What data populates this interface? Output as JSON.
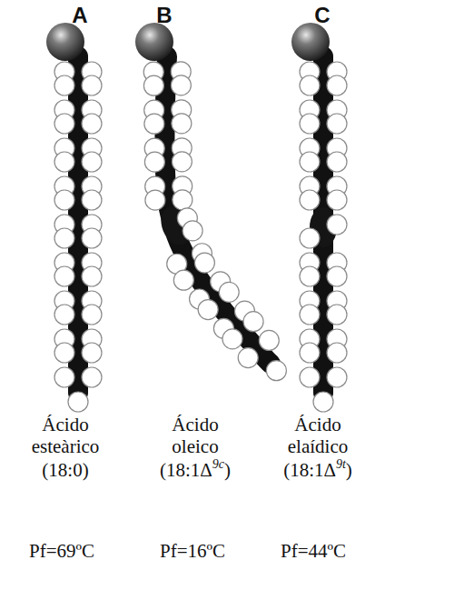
{
  "diagram": {
    "labels": [
      "A",
      "B",
      "C",
      "Ácido esteàrico",
      "(18:0)",
      "Ácido oleico",
      "(18:1Δ",
      "9c",
      ")",
      "Ácido elaídico",
      "(18:1Δ",
      "9t",
      ")",
      "Pf=69ºC",
      "Pf=16ºC",
      "Pf=44ºC"
    ]
  }
}
